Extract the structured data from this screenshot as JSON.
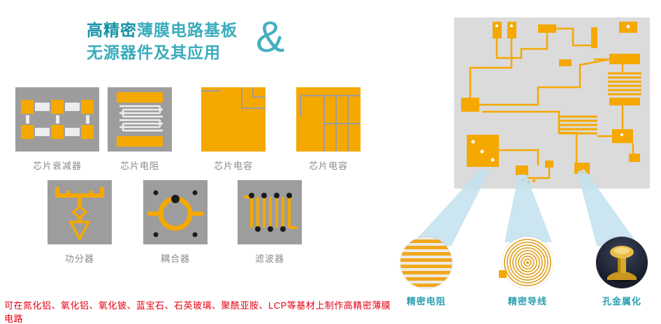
{
  "title": {
    "line1_bold": "高精密",
    "line1_rest": "薄膜电路基板",
    "line2": "无源器件及其应用",
    "ampersand": "&"
  },
  "tiles": [
    {
      "label": "芯片衰减器",
      "icon": "attenuator-pattern"
    },
    {
      "label": "芯片电阻",
      "icon": "resistor-pattern"
    },
    {
      "label": "芯片电容",
      "icon": "capacitor-pattern"
    },
    {
      "label": "芯片电容",
      "icon": "capacitor-grid-pattern"
    },
    {
      "label": "功分器",
      "icon": "power-divider-pattern"
    },
    {
      "label": "耦合器",
      "icon": "coupler-pattern"
    },
    {
      "label": "滤波器",
      "icon": "filter-pattern"
    }
  ],
  "note": {
    "text": "可在氮化铝、氧化铝、氧化铍、蓝宝石、石英玻璃、聚酰亚胺、LCP等基材上制作高精密薄膜电路"
  },
  "callouts": [
    {
      "label": "精密电阻",
      "icon": "resistor-stripes"
    },
    {
      "label": "精密导线",
      "icon": "spiral-coil"
    },
    {
      "label": "孔金属化",
      "icon": "metallized-hole"
    }
  ],
  "colors": {
    "teal": "#3aacbc",
    "orange": "#f5a800",
    "tile_gray": "#9d9d9d",
    "board_gray": "#dbdbdb",
    "beam_blue": "#c3e2ef",
    "note_red": "#e60012",
    "label_gray": "#8a8a8a"
  }
}
